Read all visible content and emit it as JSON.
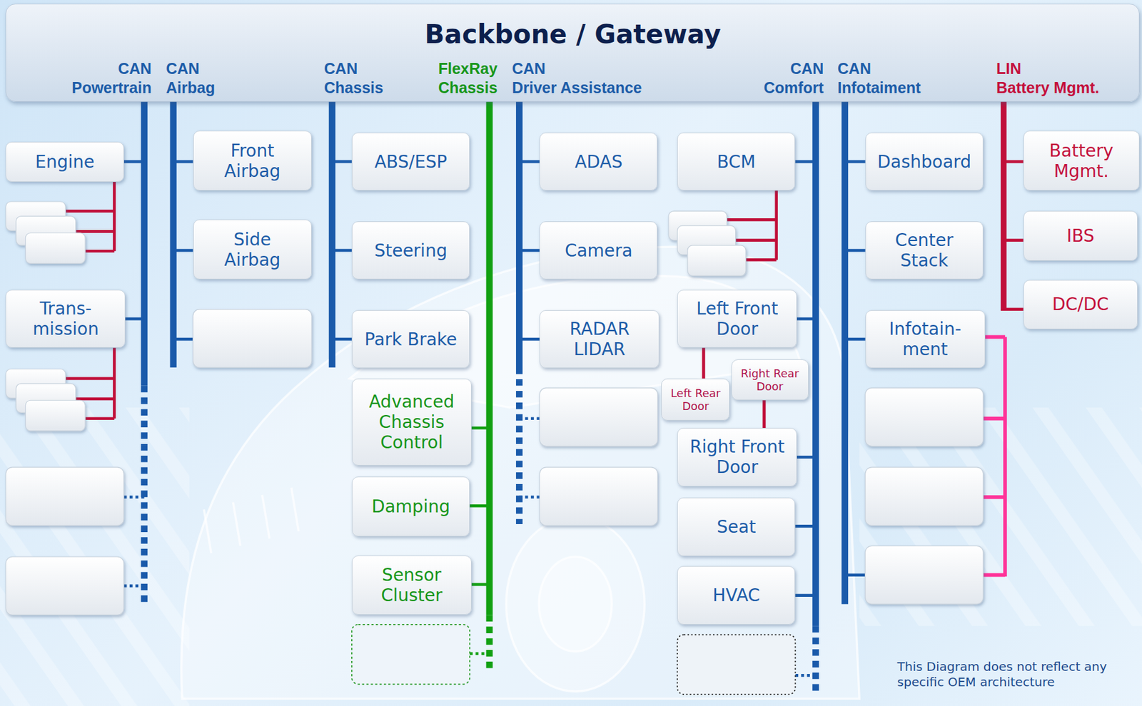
{
  "diagram": {
    "nodes": [
      {
        "text": [
          "Backbone / Gateway"
        ]
      },
      {
        "text": [
          "Engine"
        ]
      },
      {
        "text": [
          "Trans- mission"
        ]
      },
      {
        "text": [
          "Front Airbag"
        ]
      },
      {
        "text": [
          "Side Airbag"
        ]
      },
      {
        "text": [
          "ABS/ESP"
        ]
      },
      {
        "text": [
          "Steering"
        ]
      },
      {
        "text": [
          "Park Brake"
        ]
      },
      {
        "text": [
          "Advanced Chassis Control"
        ]
      },
      {
        "text": [
          "Damping"
        ]
      },
      {
        "text": [
          "Sensor Cluster"
        ]
      },
      {
        "text": [
          "ADAS"
        ]
      },
      {
        "text": [
          "Camera"
        ]
      },
      {
        "text": [
          "RADAR LIDAR"
        ]
      },
      {
        "text": [
          "BCM"
        ]
      },
      {
        "text": [
          "Left Front Door"
        ]
      },
      {
        "text": [
          "Left Rear Door"
        ]
      },
      {
        "text": [
          "Right Rear Door"
        ]
      },
      {
        "text": [
          "Right Front Door"
        ]
      },
      {
        "text": [
          "Seat"
        ]
      },
      {
        "text": [
          "HVAC"
        ]
      },
      {
        "text": [
          "Dashboard"
        ]
      },
      {
        "text": [
          "Center Stack"
        ]
      },
      {
        "text": [
          "Infotain- ment"
        ]
      },
      {
        "text": [
          "Battery Mgmt."
        ]
      },
      {
        "text": [
          "IBS"
        ]
      },
      {
        "text": [
          "DC/DC"
        ]
      }
    ],
    "edges": [
      {
        "from": 15,
        "to": 16,
        "arrow": "none"
      },
      {
        "from": 18,
        "to": 17,
        "arrow": "none"
      }
    ],
    "labels": [
      "CAN",
      "Powertrain",
      "CAN",
      "Airbag",
      "CAN",
      "Chassis",
      "FlexRay",
      "Chassis",
      "CAN",
      "Driver Assistance",
      "CAN",
      "Comfort",
      "CAN",
      "Infotaiment",
      "LIN",
      "Battery Mgmt.",
      "This Diagram does not reflect any specific OEM architecture"
    ]
  }
}
